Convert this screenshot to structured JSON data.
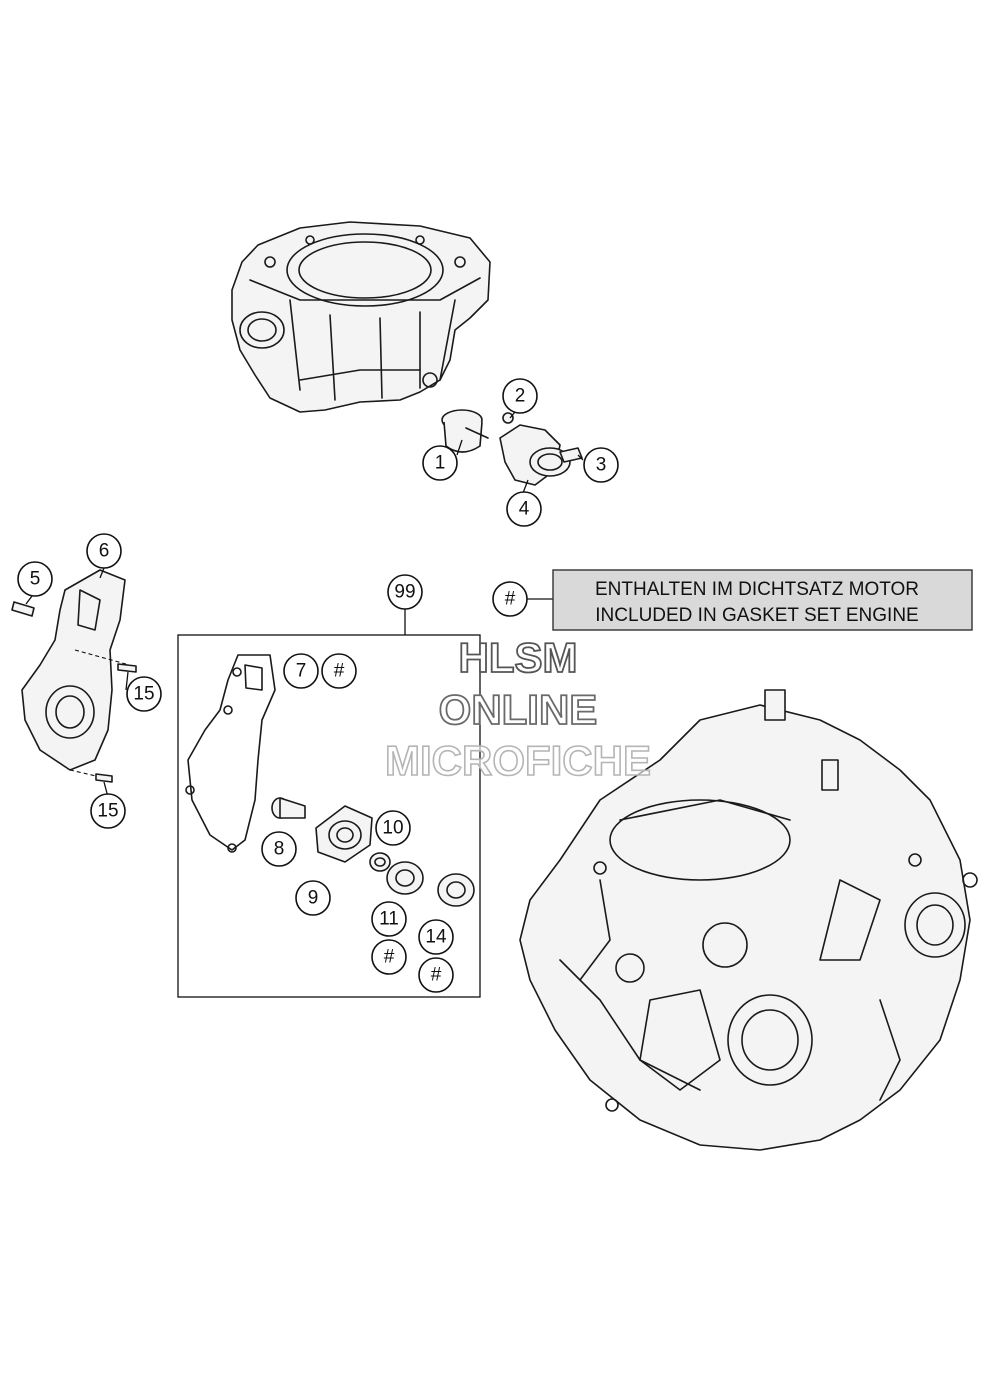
{
  "diagram": {
    "legend": {
      "symbol": "#",
      "line1": "ENTHALTEN IM DICHTSATZ MOTOR",
      "line2": "INCLUDED IN GASKET SET ENGINE"
    },
    "callouts": {
      "c1": "1",
      "c2": "2",
      "c3": "3",
      "c4": "4",
      "c5": "5",
      "c6": "6",
      "c7": "7",
      "c7_hash": "#",
      "c8": "8",
      "c9": "9",
      "c10": "10",
      "c11": "11",
      "c11_hash": "#",
      "c14": "14",
      "c14_hash": "#",
      "c15a": "15",
      "c15b": "15",
      "c99": "99"
    },
    "watermark": {
      "line1": "HLSM",
      "line2": "ONLINE",
      "line3": "MICROFICHE"
    }
  }
}
